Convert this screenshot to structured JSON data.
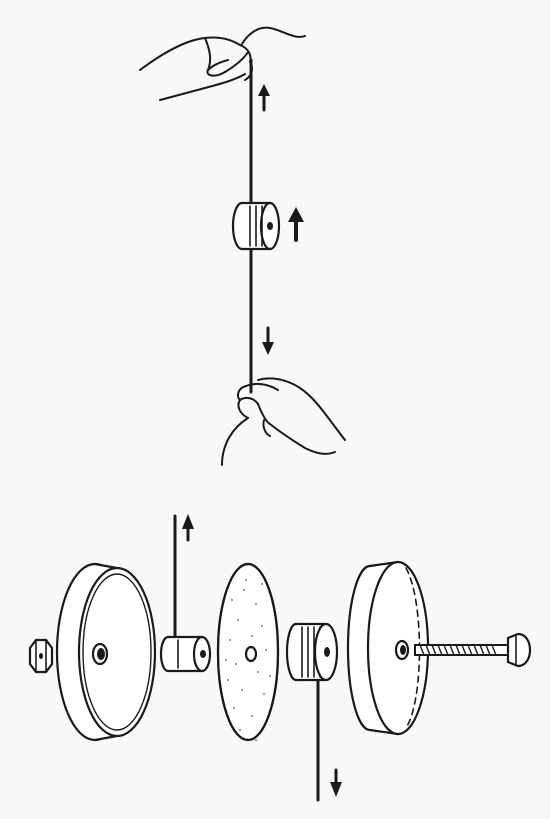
{
  "figure": {
    "top_panel": {
      "label": "",
      "parts": [
        "upper-hand",
        "string",
        "spool",
        "lower-hand",
        "up-arrow",
        "spool-up-arrow",
        "down-arrow"
      ]
    },
    "bottom_panel": {
      "label": "",
      "parts": [
        "hex-nut",
        "left-wheel",
        "small-spool",
        "center-disc",
        "grooved-spool",
        "right-wheel",
        "bolt",
        "string-up",
        "string-down"
      ]
    },
    "colors": {
      "ink": "#1a1a1a",
      "paper": "#ffffff",
      "background": "#f7f8f8"
    }
  }
}
